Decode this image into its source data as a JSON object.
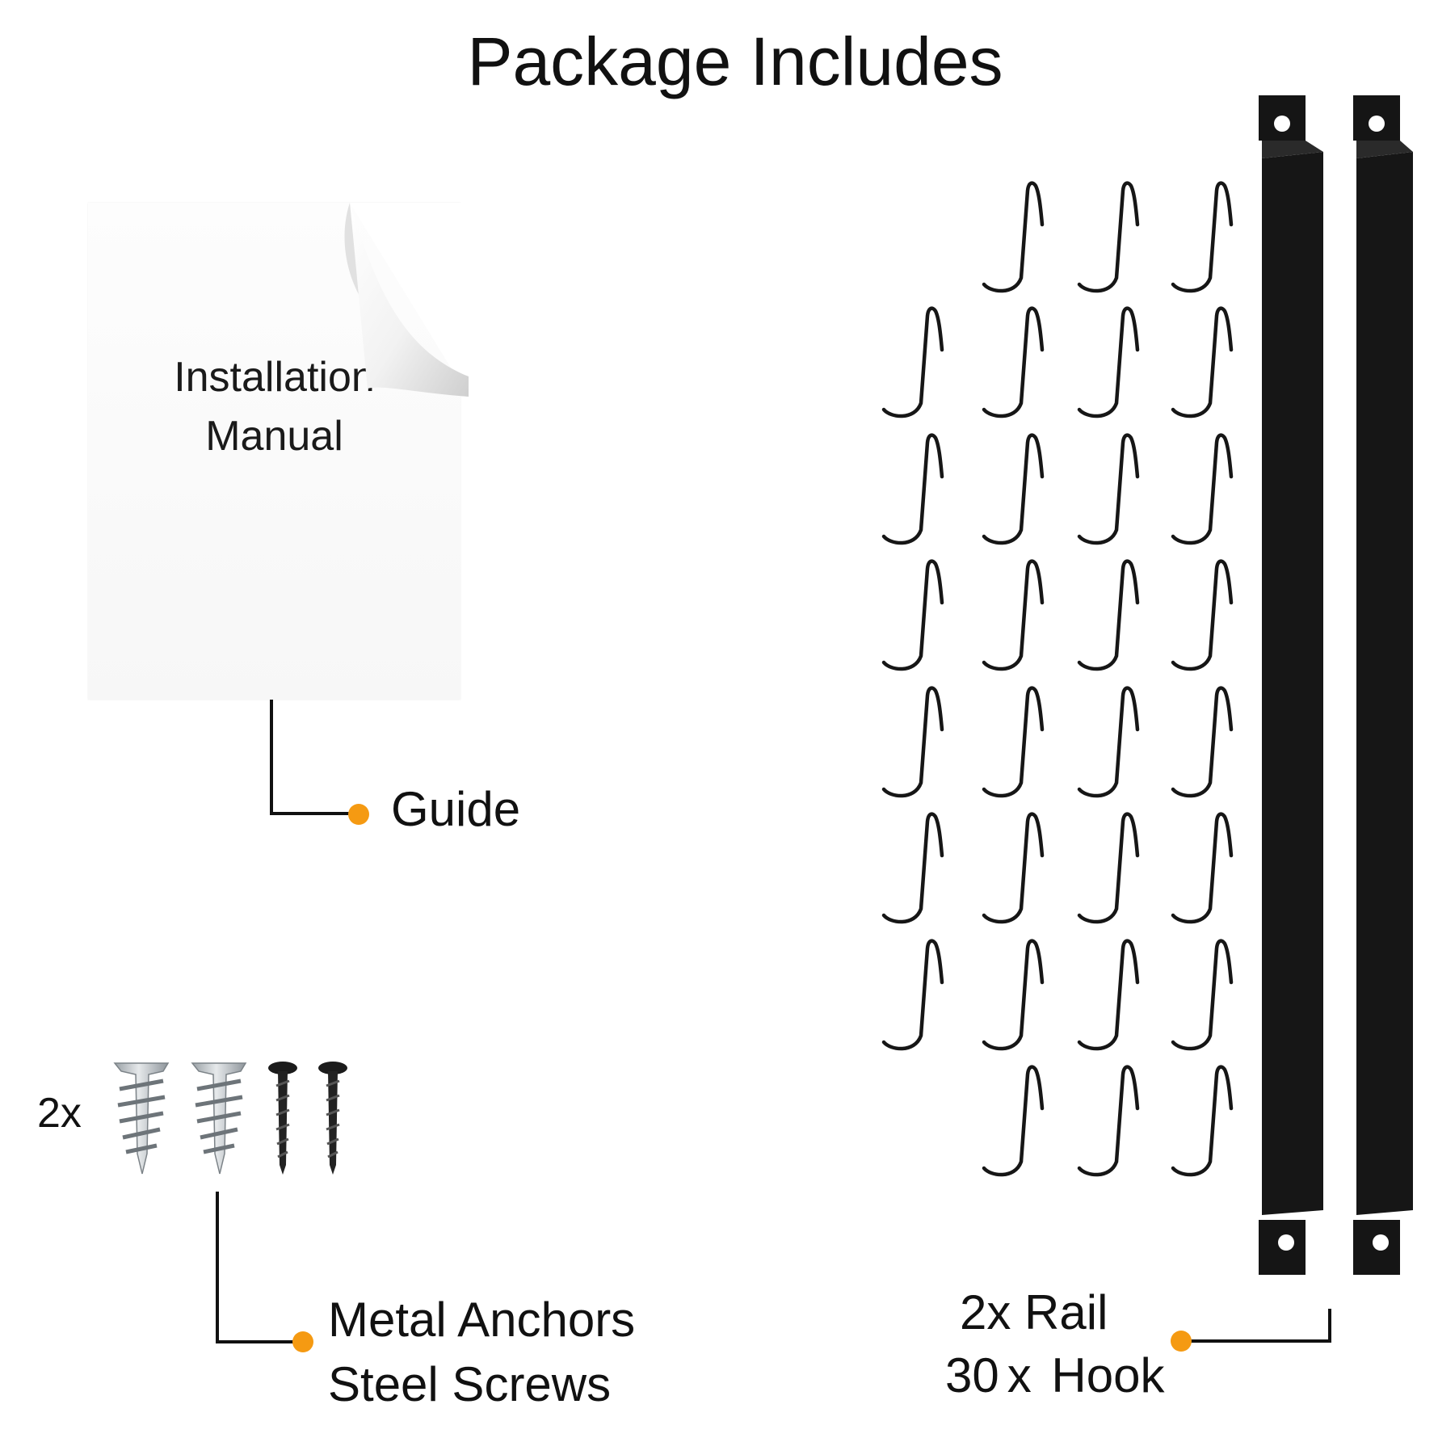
{
  "title": "Package Includes",
  "manual": {
    "line1": "Installation",
    "line2": "Manual"
  },
  "labels": {
    "guide": "Guide",
    "hardware_qty": "2x",
    "metal_anchors": "Metal Anchors",
    "steel_screws": "Steel Screws",
    "rail_qty": "2x",
    "rail": "Rail",
    "hook_qty": "30",
    "hook_x": "x",
    "hook": "Hook"
  },
  "colors": {
    "accent": "#f59a12",
    "ink": "#111111",
    "metal": "#c9cdd1",
    "rail": "#141414"
  },
  "hook_count": 30,
  "rail_count": 2,
  "anchor_count": 2,
  "screw_count": 2
}
